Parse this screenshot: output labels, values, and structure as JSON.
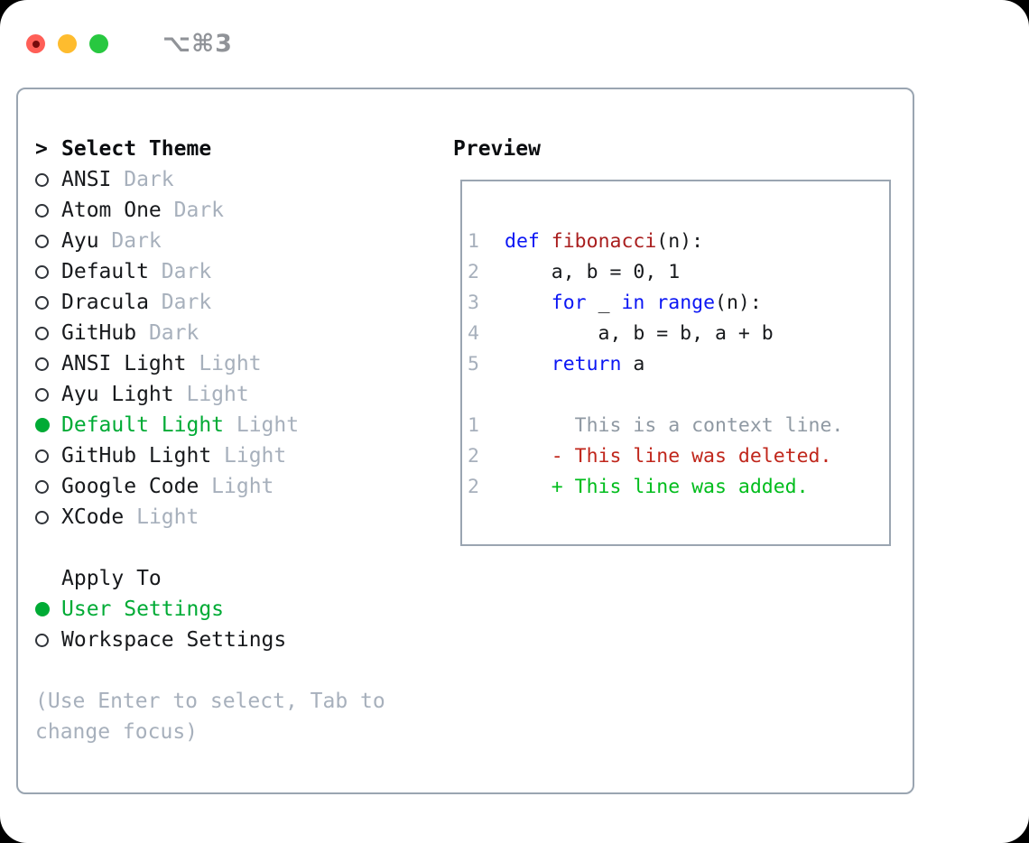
{
  "titlebar": {
    "shortcut": "⌥⌘3"
  },
  "colors": {
    "selection_green": "#00ab35",
    "diff_added_green": "#00bd1c",
    "diff_deleted_red": "#c0261b",
    "keyword_blue": "#0b16f4",
    "function_red": "#a91e1e",
    "muted_gray": "#a7b0bc",
    "border_gray": "#9aa5b1",
    "traffic_red": "#ff5f57",
    "traffic_yellow": "#febc2e",
    "traffic_green": "#28c840"
  },
  "theme_panel": {
    "prompt": ">",
    "title": "Select Theme",
    "items": [
      {
        "name": "ANSI",
        "variant": "Dark",
        "selected": false
      },
      {
        "name": "Atom One",
        "variant": "Dark",
        "selected": false
      },
      {
        "name": "Ayu",
        "variant": "Dark",
        "selected": false
      },
      {
        "name": "Default",
        "variant": "Dark",
        "selected": false
      },
      {
        "name": "Dracula",
        "variant": "Dark",
        "selected": false
      },
      {
        "name": "GitHub",
        "variant": "Dark",
        "selected": false
      },
      {
        "name": "ANSI Light",
        "variant": "Light",
        "selected": false
      },
      {
        "name": "Ayu Light",
        "variant": "Light",
        "selected": false
      },
      {
        "name": "Default Light",
        "variant": "Light",
        "selected": true
      },
      {
        "name": "GitHub Light",
        "variant": "Light",
        "selected": false
      },
      {
        "name": "Google Code",
        "variant": "Light",
        "selected": false
      },
      {
        "name": "XCode",
        "variant": "Light",
        "selected": false
      }
    ]
  },
  "apply_panel": {
    "title": "Apply To",
    "items": [
      {
        "name": "User Settings",
        "selected": true
      },
      {
        "name": "Workspace Settings",
        "selected": false
      }
    ]
  },
  "hint": {
    "line1": "(Use Enter to select, Tab to",
    "line2": "change focus)"
  },
  "preview": {
    "title": "Preview",
    "lines": [
      {
        "num": "1",
        "segments": [
          {
            "t": "def",
            "c": "kw"
          },
          {
            "t": " ",
            "c": "pl"
          },
          {
            "t": "fibonacci",
            "c": "fn"
          },
          {
            "t": "(n):",
            "c": "pl"
          }
        ]
      },
      {
        "num": "2",
        "segments": [
          {
            "t": "    a, b = 0, 1",
            "c": "pl"
          }
        ]
      },
      {
        "num": "3",
        "segments": [
          {
            "t": "    ",
            "c": "pl"
          },
          {
            "t": "for",
            "c": "kw"
          },
          {
            "t": " _ ",
            "c": "pl"
          },
          {
            "t": "in",
            "c": "kw"
          },
          {
            "t": " ",
            "c": "pl"
          },
          {
            "t": "range",
            "c": "kw"
          },
          {
            "t": "(n):",
            "c": "pl"
          }
        ]
      },
      {
        "num": "4",
        "segments": [
          {
            "t": "        a, b = b, a + b",
            "c": "pl"
          }
        ]
      },
      {
        "num": "5",
        "segments": [
          {
            "t": "    ",
            "c": "pl"
          },
          {
            "t": "return",
            "c": "kw"
          },
          {
            "t": " a",
            "c": "pl"
          }
        ]
      },
      {
        "num": "",
        "segments": []
      },
      {
        "num": "1",
        "segments": [
          {
            "t": "      This is a context line.",
            "c": "ctx"
          }
        ]
      },
      {
        "num": "2",
        "segments": [
          {
            "t": "    - This line was deleted.",
            "c": "del"
          }
        ]
      },
      {
        "num": "2",
        "segments": [
          {
            "t": "    + This line was added.",
            "c": "add"
          }
        ]
      }
    ]
  }
}
